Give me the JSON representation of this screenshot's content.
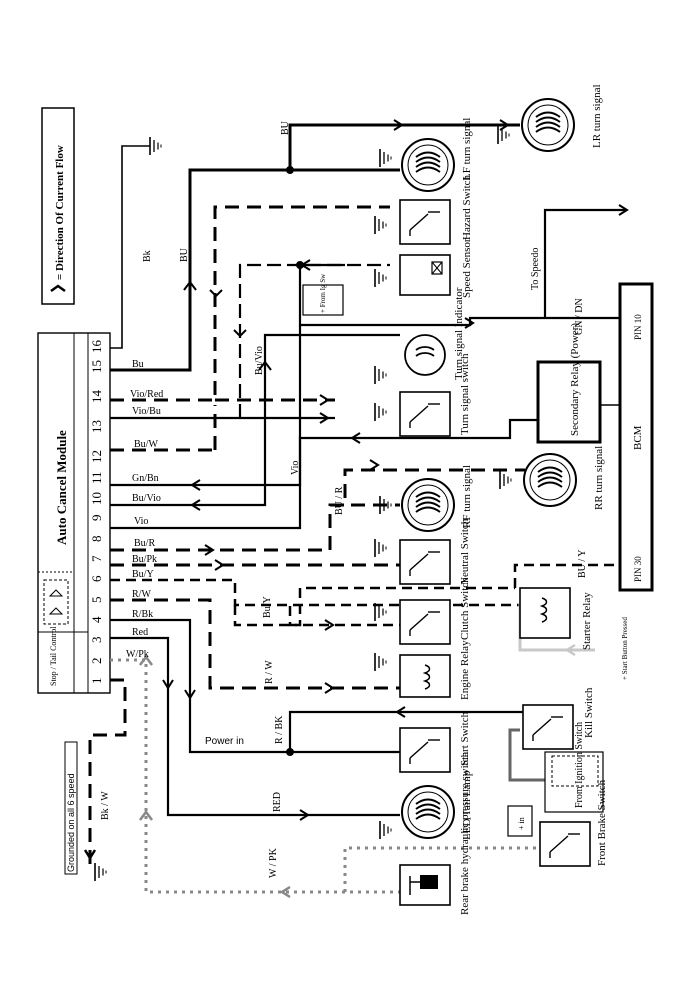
{
  "title": "Auto Cancel Module",
  "legend": {
    "text": "= Direction Of Current Flow"
  },
  "module_terminals": [
    "1",
    "2",
    "3",
    "4",
    "5",
    "6",
    "7",
    "8",
    "9",
    "10",
    "11",
    "12",
    "13",
    "14",
    "15",
    "16"
  ],
  "module_control_label": "Stop / Tail Control",
  "wires": {
    "bu": "Bu",
    "vio_red": "Vio/Red",
    "vio_bu": "Vio/Bu",
    "bu_w": "Bu/W",
    "gn_bn": "Gn/Bn",
    "bu_vio": "Bu/Vio",
    "vio": "Vio",
    "bu_r": "Bu/R",
    "bu_pk": "Bu/Pk",
    "bu_y": "Bu/Y",
    "r_w": "R/W",
    "r_bk": "R/Bk",
    "red": "Red",
    "w_pk": "W/Pk",
    "bk": "Bk",
    "bu_caps": "BU",
    "bu_vio_up": "Bu/Vio",
    "vio_up": "Vio",
    "bu_r_caps": "BU / R",
    "bu_y_mid": "Bu/Y",
    "r_w_lower": "R / W",
    "r_bk_lower": "R / BK",
    "power_in": "Power in",
    "red_caps": "RED",
    "w_pk_caps": "W / PK",
    "bk_w": "Bk / W",
    "gn_dn": "GN / DN",
    "bu_y_caps": "BU / Y",
    "to_speedo": "To Speedo",
    "bu_top": "BU"
  },
  "components": {
    "lf_turn": "LF turn signal",
    "lr_turn": "LR turn signal",
    "hazard": "Hazard Switch",
    "speed": "Speed Sensor",
    "from_ig_sw": "+ From Ig Sw",
    "turn_indicator": "Turn signal Indicator",
    "turn_switch": "Turn signal switch",
    "secondary_relay": "Secondary Relay (Power)",
    "rf_turn": "RF turn signal",
    "rr_turn": "RR turn signal",
    "neutral": "Neutral Switch",
    "clutch": "Clutch Switch",
    "starter_relay": "Starter Relay",
    "start_button": "+ Start Button Pressed",
    "engine_relay": "Engine Relay",
    "kill": "Kill Switch",
    "start": "Start Switch",
    "from_ignition": "From Ignition Switch",
    "led_tail": "LED Tail Lamp",
    "front_brake": "Front Brake Switch",
    "plus_in": "+ in",
    "rear_brake": "Rear brake hydraulic pressure switch",
    "bcm": "BCM",
    "pin10": "PIN 10",
    "pin30": "PIN 30",
    "grounded": "Grounded on all 6 speed"
  },
  "colors": {
    "ink": "#000000",
    "gray": "#a0a0a0",
    "light_gray": "#c8c8c8",
    "paper": "#ffffff"
  }
}
